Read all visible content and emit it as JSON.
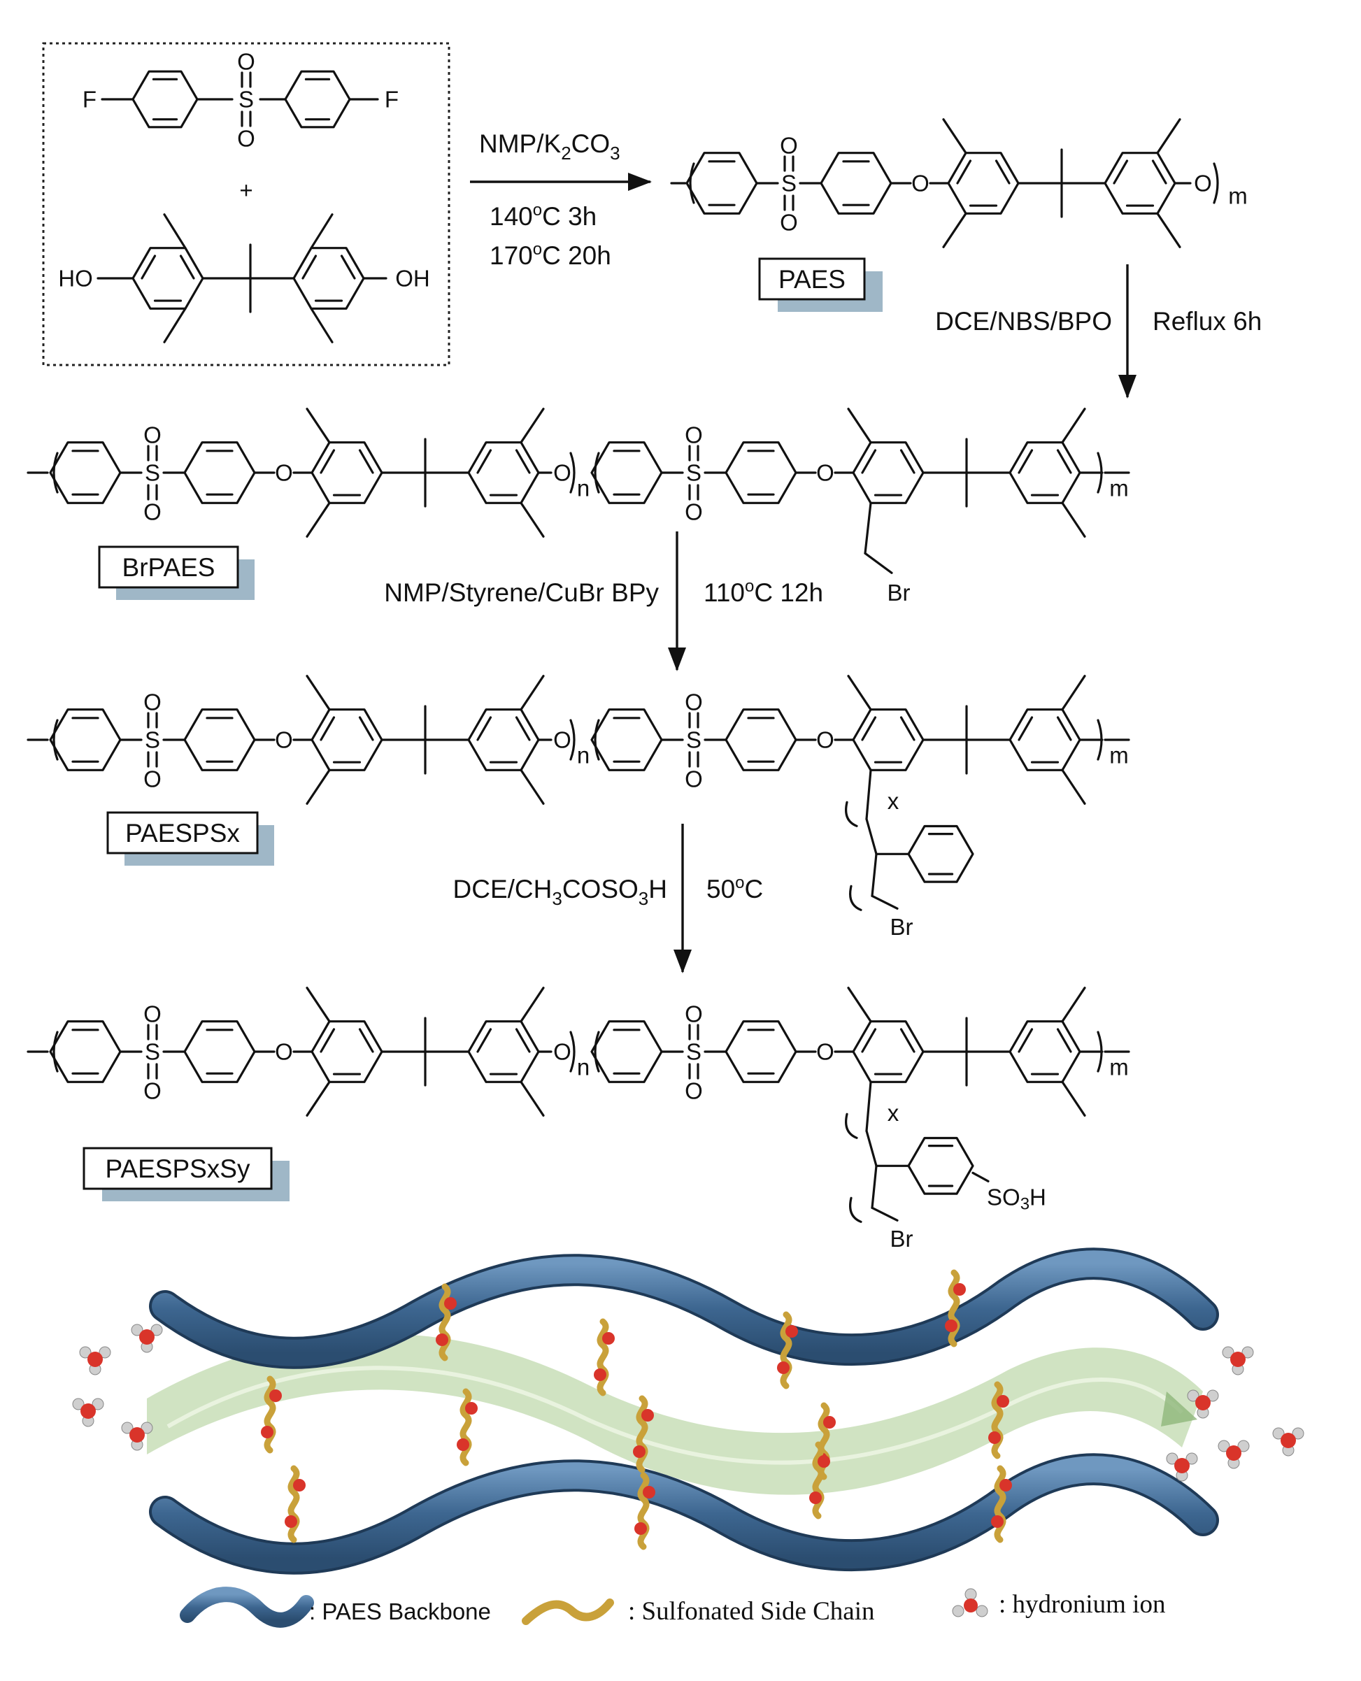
{
  "diagram": {
    "monomers": {
      "difluoro": {
        "left": "F",
        "right": "F",
        "center": "S",
        "oxygen": "O"
      },
      "plus": "+",
      "bisphenol": {
        "left": "HO",
        "right": "OH"
      }
    },
    "step1": {
      "reagent": "NMP/K",
      "reagent_sub": "2",
      "reagent_tail": "CO",
      "reagent_tail_sub": "3",
      "cond1": "140",
      "cond1_sup": "o",
      "cond1_tail": "C 3h",
      "cond2": "170",
      "cond2_sup": "o",
      "cond2_tail": "C 20h"
    },
    "step2": {
      "reagent": "DCE/NBS/BPO",
      "cond": "Reflux 6h"
    },
    "step3": {
      "reagent": "NMP/Styrene/CuBr BPy",
      "cond": "110",
      "cond_sup": "o",
      "cond_tail": "C 12h"
    },
    "step4": {
      "reagent": "DCE/CH",
      "sub1": "3",
      "mid": "COSO",
      "sub2": "3",
      "tail": "H",
      "cond": "50",
      "cond_sup": "o",
      "cond_tail": "C"
    },
    "polymers": {
      "paes": "PAES",
      "brpaes": "BrPAES",
      "paespsx": "PAESPSx",
      "paespsxsy": "PAESPSxSy"
    },
    "atoms": {
      "O": "O",
      "S": "S",
      "Br": "Br",
      "n": "n",
      "m": "m",
      "x": "x",
      "SO3H": "SO",
      "SO3H_sub": "3",
      "SO3H_tail": "H"
    },
    "colors": {
      "backbone": "#3d6690",
      "backbone_light": "#5a86b3",
      "side_chain": "#c9a13a",
      "channel": "#bcd7a8",
      "ion_o": "#d9342a",
      "ion_h": "#cfcfcf",
      "label_shadow": "#9fb7c7"
    },
    "legend": {
      "backbone": ": PAES Backbone",
      "side_chain": ": Sulfonated Side Chain",
      "ion": ": hydronium ion"
    }
  }
}
